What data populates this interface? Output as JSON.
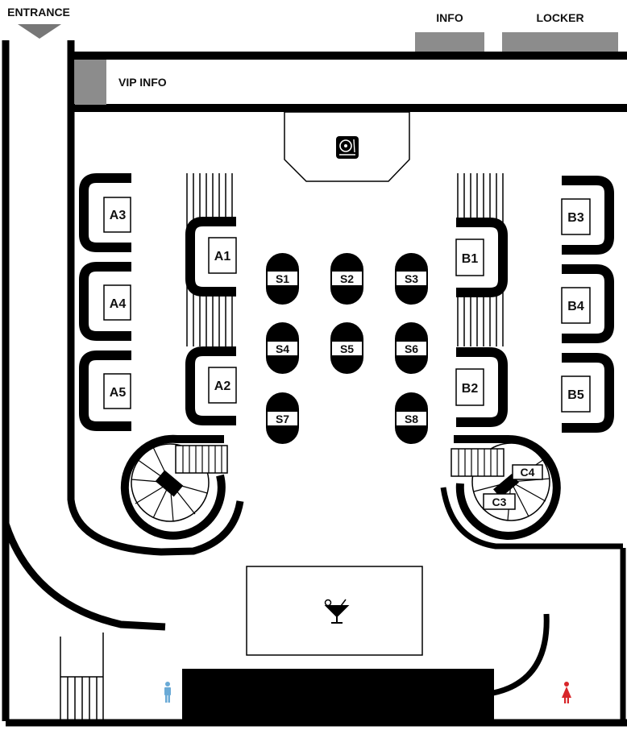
{
  "top": {
    "entrance": "ENTRANCE",
    "info": "INFO",
    "locker": "LOCKER",
    "vip_info": "VIP INFO"
  },
  "booths_a": [
    "A3",
    "A4",
    "A5"
  ],
  "booths_a_inner": [
    "A1",
    "A2"
  ],
  "booths_b": [
    "B3",
    "B4",
    "B5"
  ],
  "booths_b_inner": [
    "B1",
    "B2"
  ],
  "stools": [
    "S1",
    "S2",
    "S3",
    "S4",
    "S5",
    "S6",
    "S7",
    "S8"
  ],
  "c_seats": [
    "C4",
    "C3"
  ],
  "icons": {
    "dj": "turntable-icon",
    "bar": "cocktail-icon",
    "restroom_men": "male-restroom-icon",
    "restroom_women": "female-restroom-icon"
  },
  "colors": {
    "wall": "#000000",
    "info_gray": "#8c8c8c",
    "men": "#6aaad6",
    "women": "#d8262a"
  }
}
